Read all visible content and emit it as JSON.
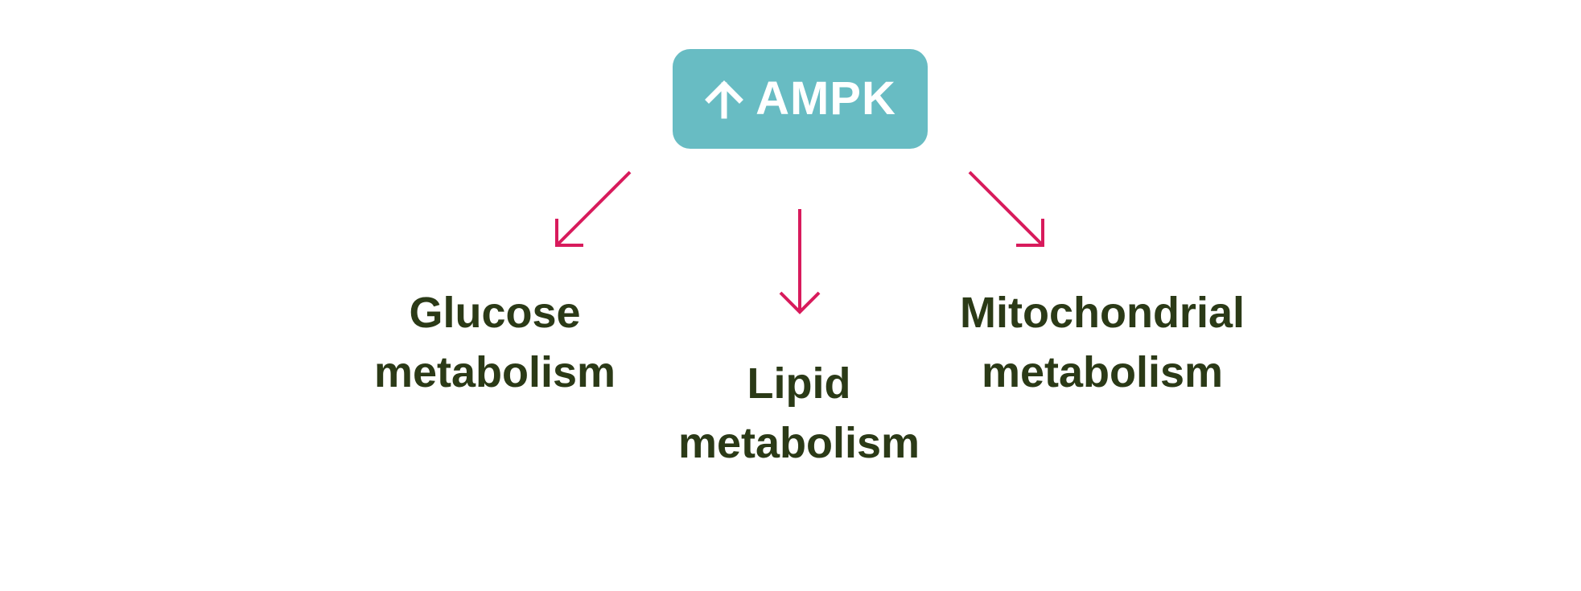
{
  "colors": {
    "box_fill": "#68BCC3",
    "box_text": "#FFFFFF",
    "arrow": "#D81B5C",
    "label_text": "#2B3A17"
  },
  "source_node": {
    "icon": "up-arrow-icon",
    "label": "AMPK"
  },
  "targets": [
    {
      "line1": "Glucose",
      "line2": "metabolism"
    },
    {
      "line1": "Lipid",
      "line2": "metabolism"
    },
    {
      "line1": "Mitochondrial",
      "line2": "metabolism"
    }
  ]
}
